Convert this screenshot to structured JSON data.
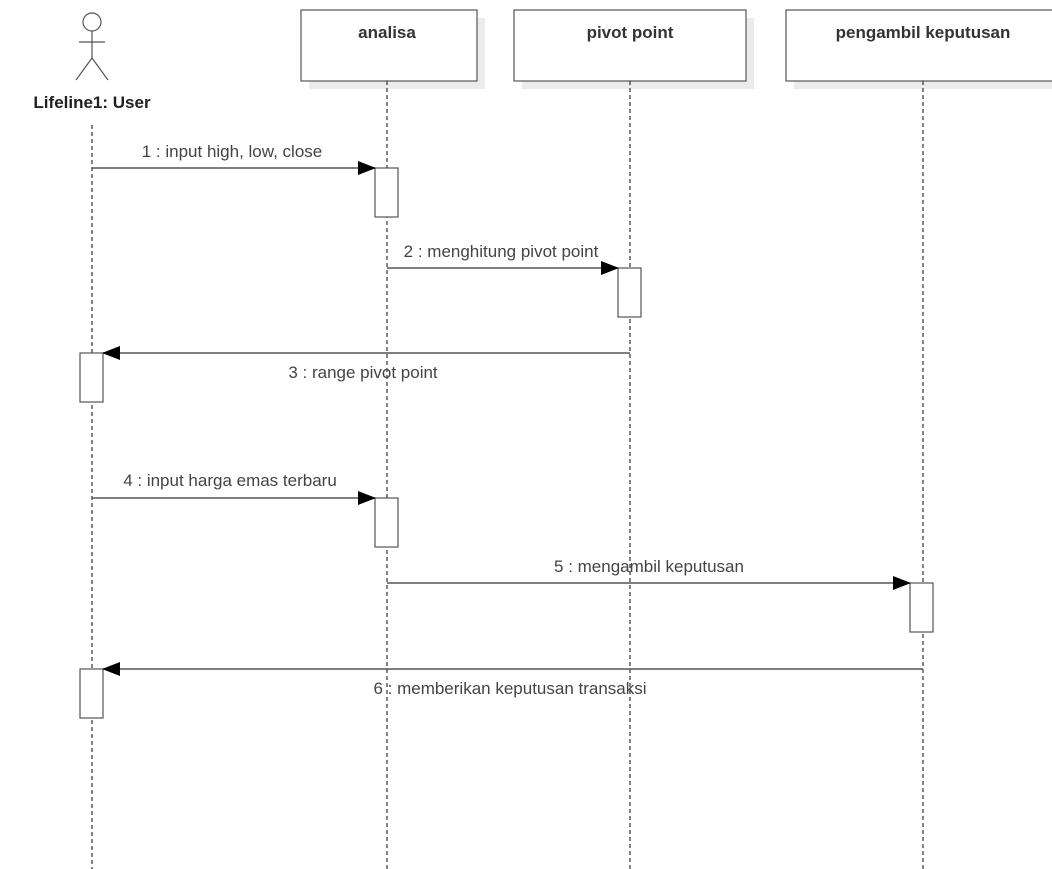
{
  "diagram": {
    "actor": {
      "label": "Lifeline1: User"
    },
    "objects": [
      {
        "title": "analisa"
      },
      {
        "title": "pivot point"
      },
      {
        "title": "pengambil keputusan"
      }
    ],
    "messages": [
      {
        "label": "1 : input high, low, close",
        "from": "actor",
        "to": "analisa",
        "direction": "forward"
      },
      {
        "label": "2 : menghitung pivot point",
        "from": "analisa",
        "to": "pivot point",
        "direction": "forward"
      },
      {
        "label": "3 : range pivot point",
        "from": "pivot point",
        "to": "actor",
        "direction": "return"
      },
      {
        "label": "4 : input harga emas terbaru",
        "from": "actor",
        "to": "analisa",
        "direction": "forward"
      },
      {
        "label": "5 : mengambil keputusan",
        "from": "analisa",
        "to": "pengambil keputusan",
        "direction": "forward"
      },
      {
        "label": "6 : memberikan keputusan transaksi",
        "from": "pengambil keputusan",
        "to": "actor",
        "direction": "return"
      }
    ],
    "colors": {
      "line": "#555555",
      "shadow": "#ebebeb",
      "arrowhead": "#000000"
    }
  }
}
